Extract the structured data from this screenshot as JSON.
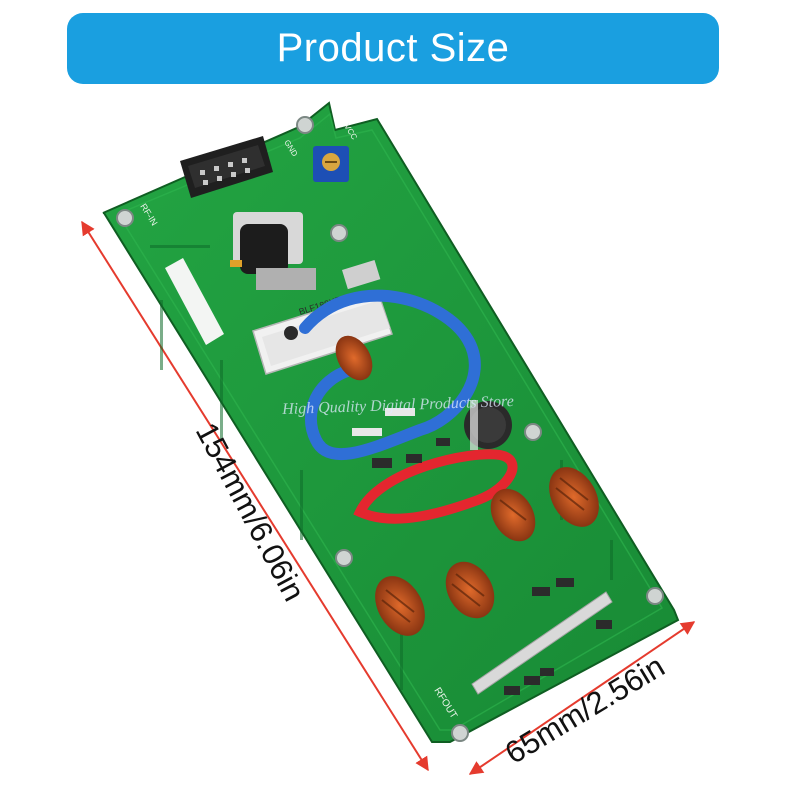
{
  "banner": {
    "title": "Product Size",
    "color": "#1a9fe0"
  },
  "dimensions": {
    "height_label": "154mm/6.06in",
    "width_label": "65mm/2.56in",
    "arrow_color": "#e53b2e"
  },
  "board": {
    "watermark": "High Quality Digital Products Store",
    "pcb_color": "#1f9a3c",
    "silkscreen": {
      "rf_in": "RF-IN",
      "rf_out": "RFOUT",
      "vcc": "VCC",
      "gnd": "GND",
      "transistor": "BLF188XR"
    }
  }
}
